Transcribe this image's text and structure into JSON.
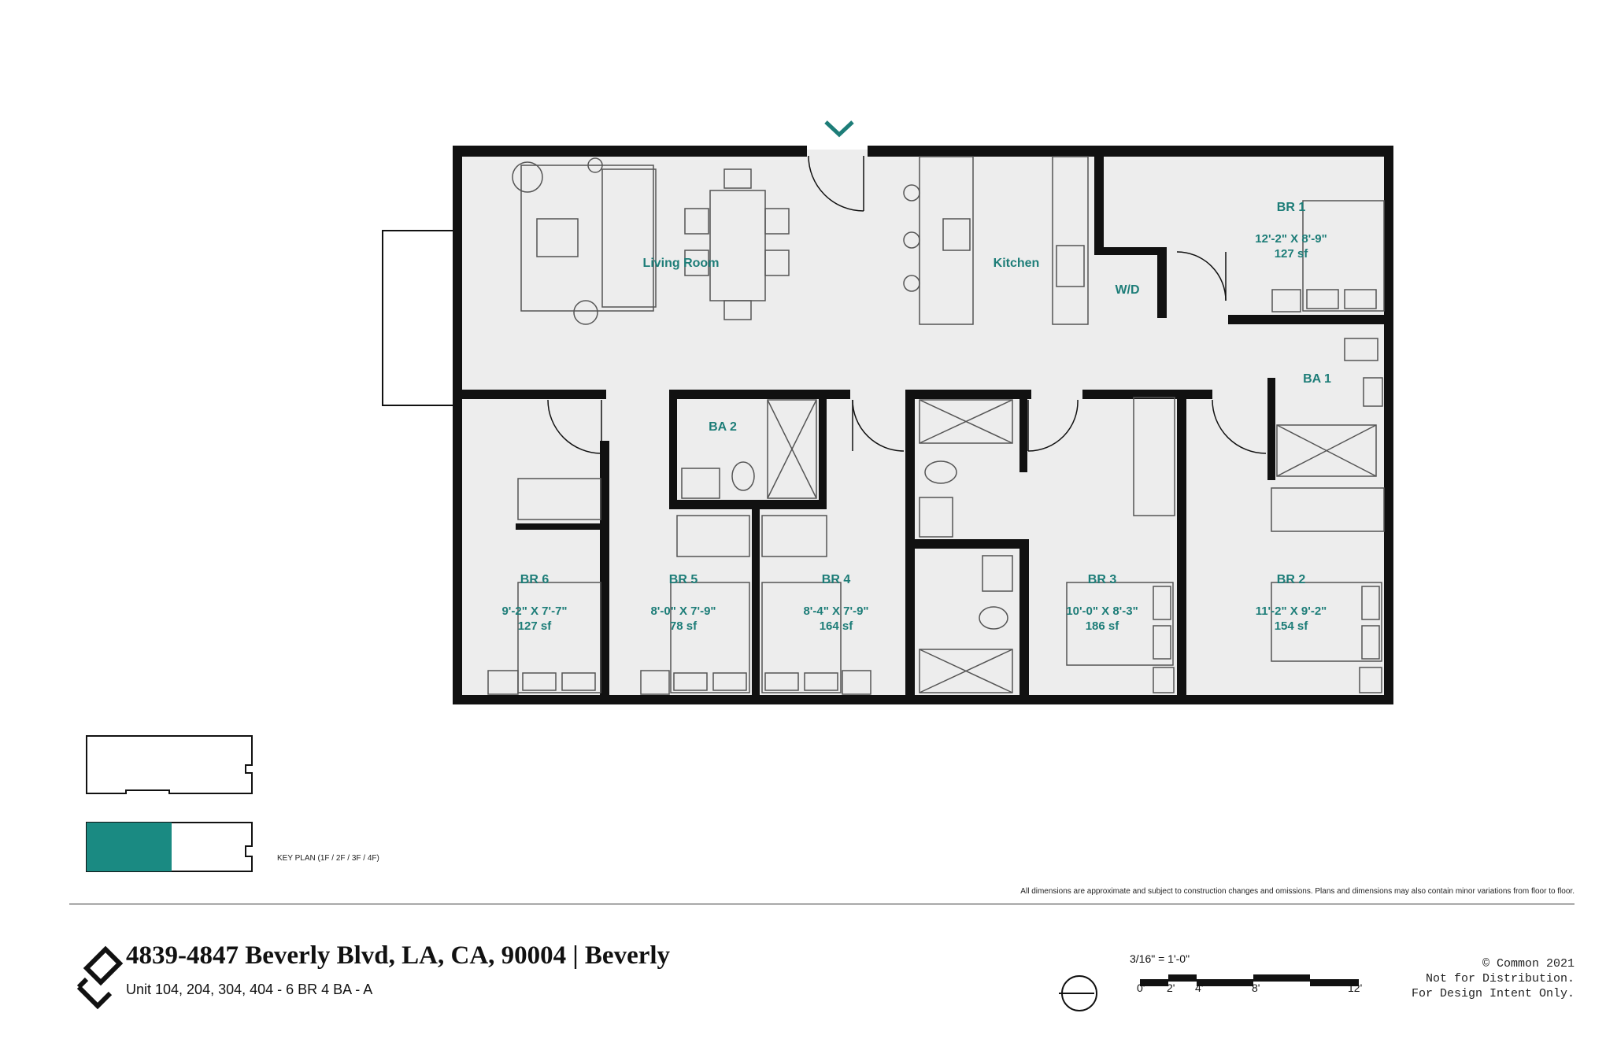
{
  "plan": {
    "rooms": [
      {
        "id": "living",
        "name": "Living Room",
        "dims": "",
        "area": ""
      },
      {
        "id": "kitchen",
        "name": "Kitchen",
        "dims": "",
        "area": ""
      },
      {
        "id": "wd",
        "name": "W/D",
        "dims": "",
        "area": ""
      },
      {
        "id": "br1",
        "name": "BR 1",
        "dims": "12'-2\" X 8'-9\"",
        "area": "127 sf"
      },
      {
        "id": "ba1",
        "name": "BA 1",
        "dims": "",
        "area": ""
      },
      {
        "id": "ba2",
        "name": "BA 2",
        "dims": "",
        "area": ""
      },
      {
        "id": "br6",
        "name": "BR 6",
        "dims": "9'-2\" X 7'-7\"",
        "area": "127 sf"
      },
      {
        "id": "br5",
        "name": "BR 5",
        "dims": "8'-0\" X 7'-9\"",
        "area": "78 sf"
      },
      {
        "id": "br4",
        "name": "BR 4",
        "dims": "8'-4\" X 7'-9\"",
        "area": "164 sf"
      },
      {
        "id": "br3",
        "name": "BR 3",
        "dims": "10'-0\" X 8'-3\"",
        "area": "186 sf"
      },
      {
        "id": "br2",
        "name": "BR 2",
        "dims": "11'-2\" X 9'-2\"",
        "area": "154 sf"
      }
    ]
  },
  "key_plan": {
    "caption": "KEY PLAN (1F / 2F / 3F / 4F)",
    "highlight_color": "#1a8a82"
  },
  "disclaimer": "All dimensions are approximate and subject to construction changes and omissions. Plans and dimensions may also contain minor variations from floor to floor.",
  "footer": {
    "logo_icon": "common-logo-icon",
    "address": "4839-4847 Beverly Blvd, LA, CA, 90004 | Beverly",
    "unit": "Unit 104, 204, 304, 404 - 6 BR 4 BA - A",
    "copyright": [
      "© Common 2021",
      "Not for Distribution.",
      "For Design Intent Only."
    ]
  },
  "scale": {
    "ratio": "3/16\" = 1'-0\"",
    "ticks": [
      "0'",
      "2'",
      "4'",
      "8'",
      "12'"
    ]
  },
  "colors": {
    "wall": "#111111",
    "floor": "#ededed",
    "accent": "#1d7d78",
    "entry_marker": "#1d7d78"
  }
}
